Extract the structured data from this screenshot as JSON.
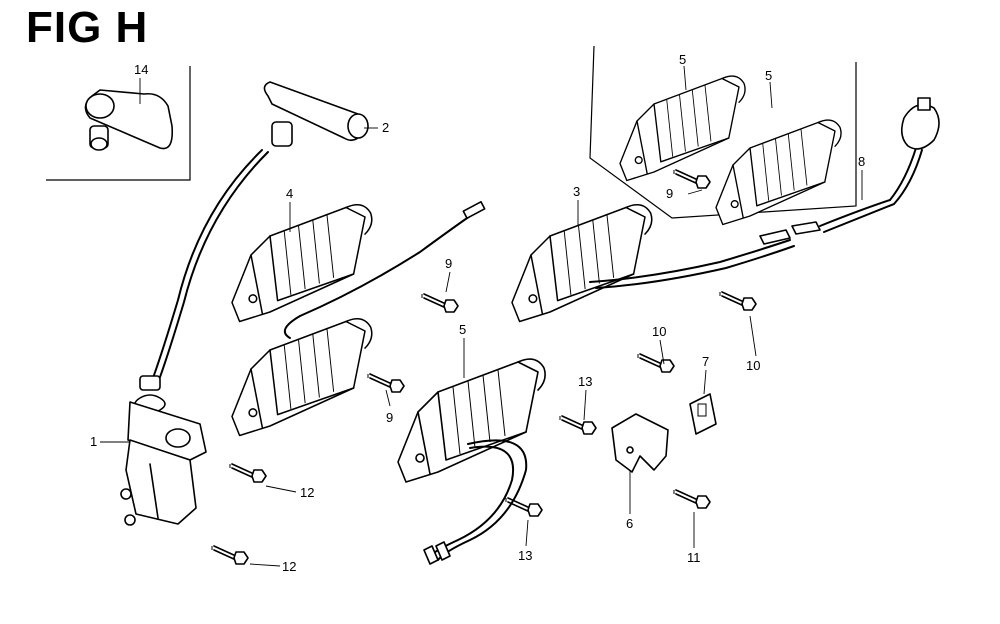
{
  "figure": {
    "title": "FIG H"
  },
  "callouts": {
    "c1": "1",
    "c2": "2",
    "c3": "3",
    "c4": "4",
    "c5a": "5",
    "c5b": "5",
    "c5c": "5",
    "c6": "6",
    "c7": "7",
    "c8": "8",
    "c9a": "9",
    "c9b": "9",
    "c9c": "9",
    "c10a": "10",
    "c10b": "10",
    "c11": "11",
    "c12a": "12",
    "c12b": "12",
    "c13a": "13",
    "c13b": "13",
    "c14": "14"
  }
}
